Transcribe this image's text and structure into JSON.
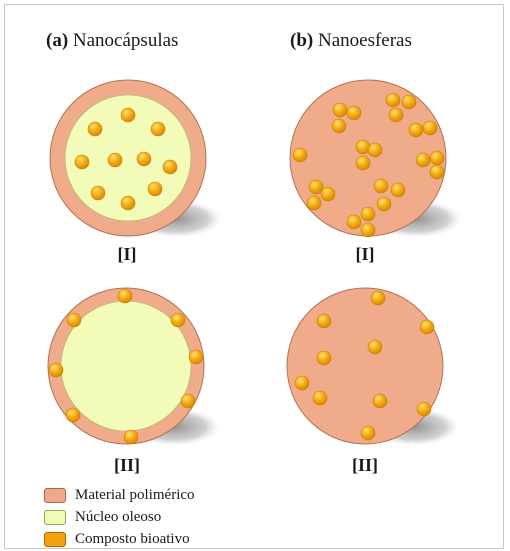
{
  "titles": {
    "a_letter": "(a)",
    "a_text": "Nanocápsulas",
    "b_letter": "(b)",
    "b_text": "Nanoesferas"
  },
  "labels": {
    "I_a": "[I]",
    "I_b": "[I]",
    "II_a": "[II]",
    "II_b": "[II]"
  },
  "legend": [
    {
      "label": "Material polimérico",
      "color": "#eea98a",
      "border": "#a86a4d"
    },
    {
      "label": "Núcleo oleoso",
      "color": "#f1fbb5",
      "border": "#9aa35a"
    },
    {
      "label": "Composto bioativo",
      "color": "#f2a20e",
      "border": "#a86f00"
    }
  ],
  "colors": {
    "polymer": "#f0ab8b",
    "polymer_stroke": "#b07355",
    "oil_core": "#f2fbb8",
    "oil_stroke": "#b5bd74",
    "bioactive": "#f2a20e",
    "bioactive_highlight": "#ffd95a",
    "shadow": "#9e9e9e"
  }
}
